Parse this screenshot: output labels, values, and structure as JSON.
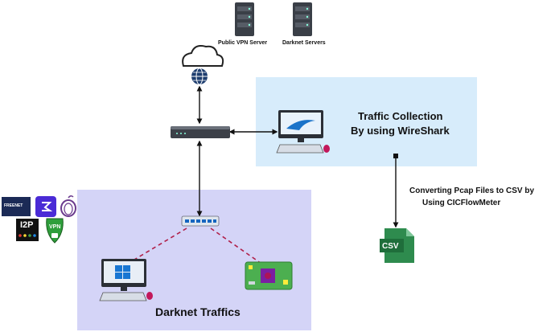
{
  "servers": {
    "public_vpn": "Public VPN Server",
    "darknet": "Darknet Servers"
  },
  "collection": {
    "line1": "Traffic Collection",
    "line2": "By using WireShark"
  },
  "conversion": {
    "line1": "Converting Pcap Files to CSV by",
    "line2": "Using CICFlowMeter"
  },
  "csv_label": "CSV",
  "darknet_label": "Darknet Traffics",
  "logos": {
    "freenet": "FREENET",
    "i2p": "I2P",
    "vpn": "VPN"
  },
  "colors": {
    "collection_box": "#d7ecfb",
    "darknet_box": "#d4d4f7",
    "csv_green": "#2e8b4e",
    "dashed_link": "#b0204a"
  }
}
